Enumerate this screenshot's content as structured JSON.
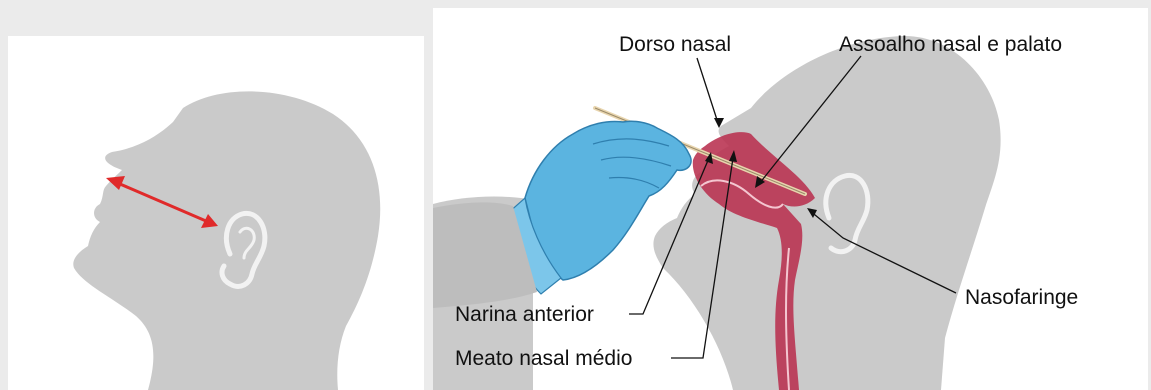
{
  "labels": {
    "dorso_nasal": "Dorso nasal",
    "assoalho": "Assoalho nasal e palato",
    "nasofaringe": "Nasofaringe",
    "narina_anterior": "Narina anterior",
    "meato_nasal_medio": "Meato nasal médio"
  },
  "colors": {
    "head": "#cacaca",
    "ear": "#f2f2f2",
    "arrow": "#e02a2a",
    "glove": "#5bb4e0",
    "cavity": "#b8304e",
    "swab": "#e8d5ae"
  }
}
